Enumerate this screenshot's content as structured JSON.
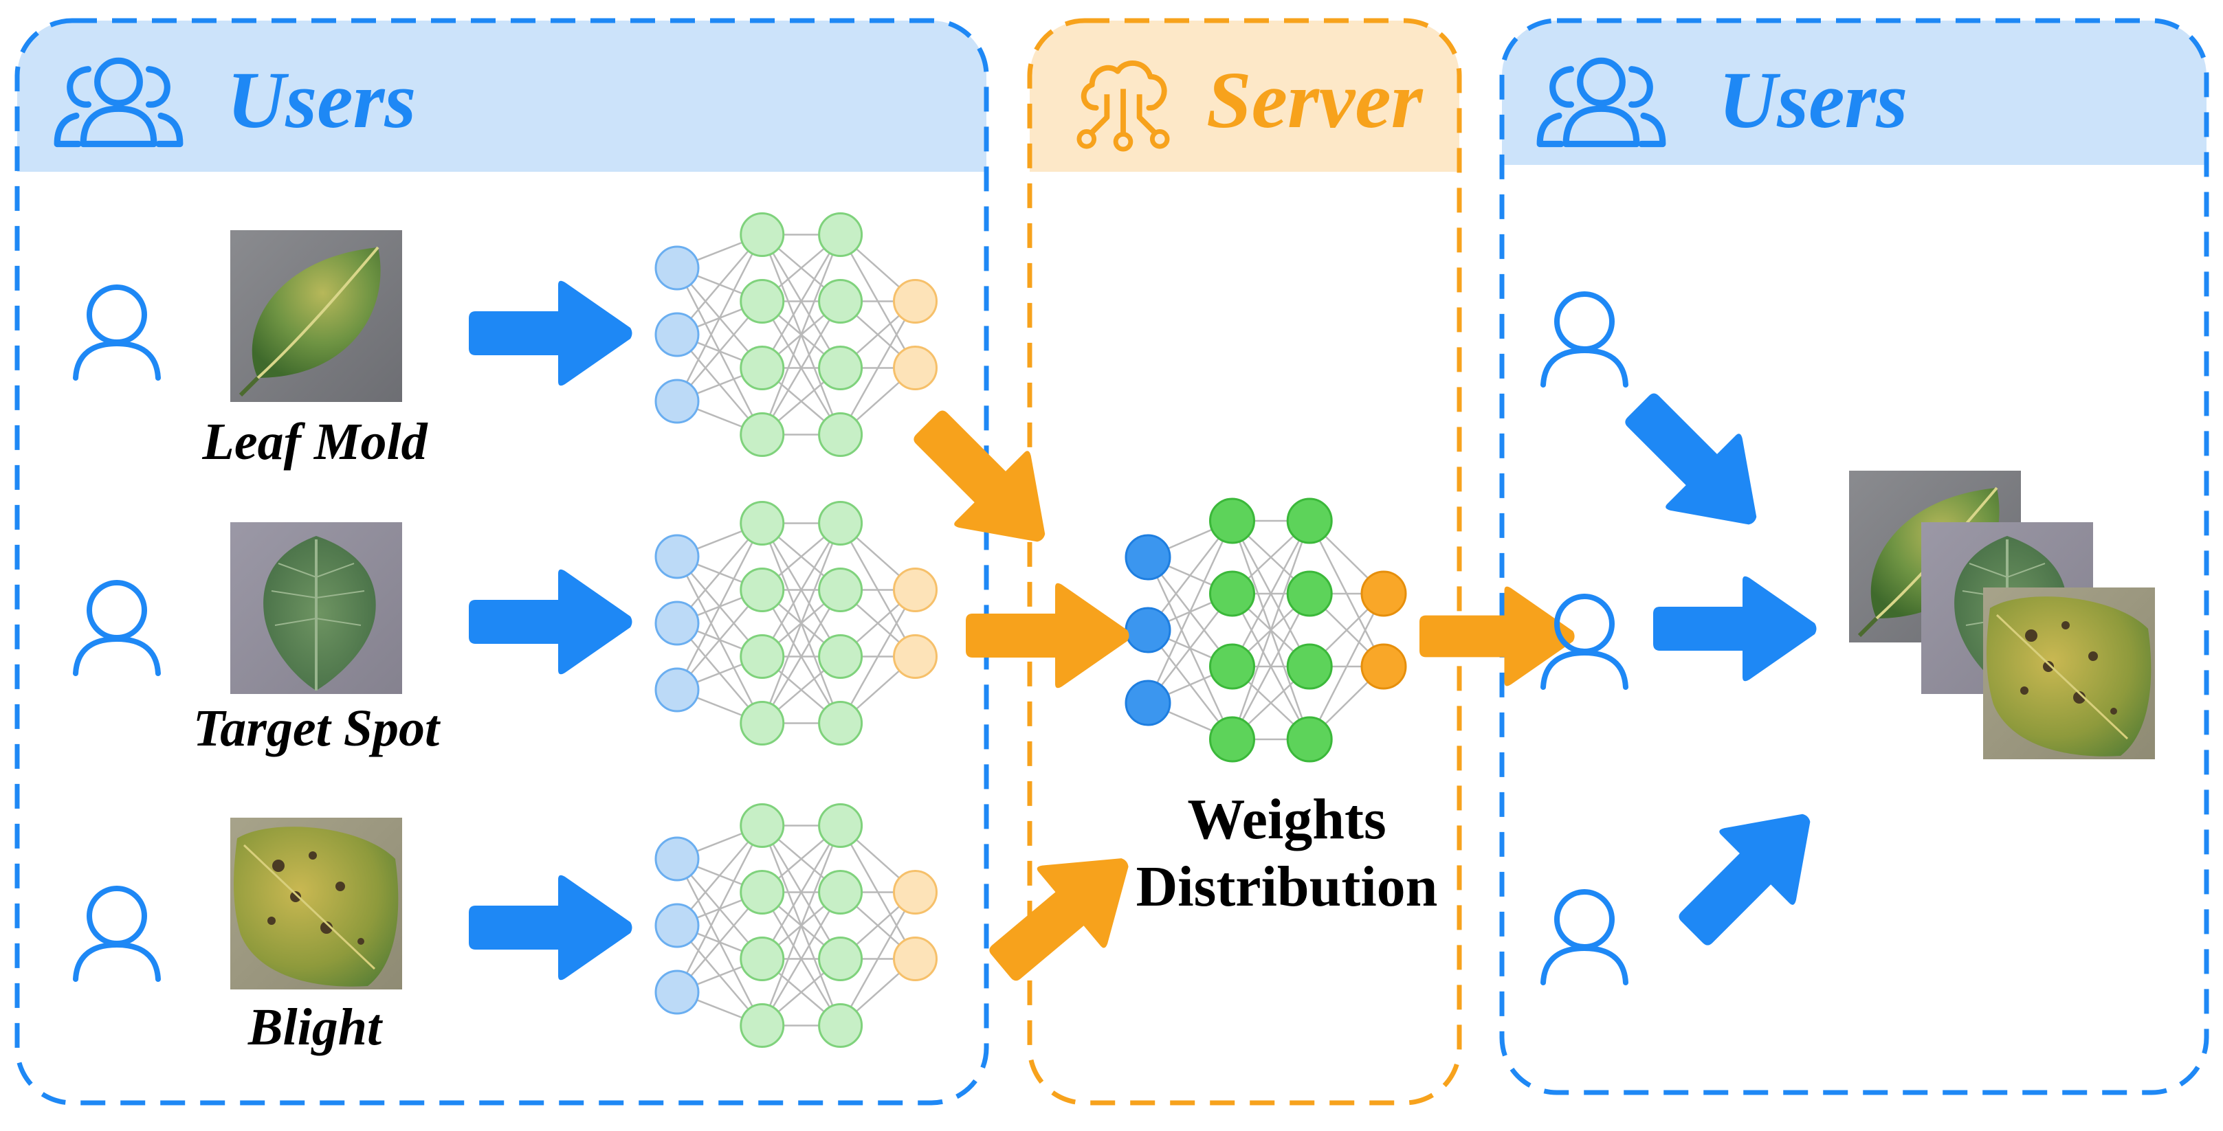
{
  "panels": {
    "left": {
      "title": "Users"
    },
    "server": {
      "title": "Server"
    },
    "right": {
      "title": "Users"
    }
  },
  "diseases": [
    {
      "label": "Leaf Mold"
    },
    {
      "label": "Target Spot"
    },
    {
      "label": "Blight"
    }
  ],
  "server": {
    "label_line1": "Weights",
    "label_line2": "Distribution"
  },
  "colors": {
    "users_accent": "#1e88f5",
    "users_header_bg": "#cce3fa",
    "server_accent": "#f7a21c",
    "server_header_bg": "#fde8c8",
    "input_node_fill": "#bcdaf7",
    "hidden_node_fill": "#c7efc6",
    "output_node_fill": "#fde3b8",
    "server_input_fill": "#3b96ef",
    "server_hidden_fill": "#5dd35a",
    "server_output_fill": "#f9a728"
  }
}
